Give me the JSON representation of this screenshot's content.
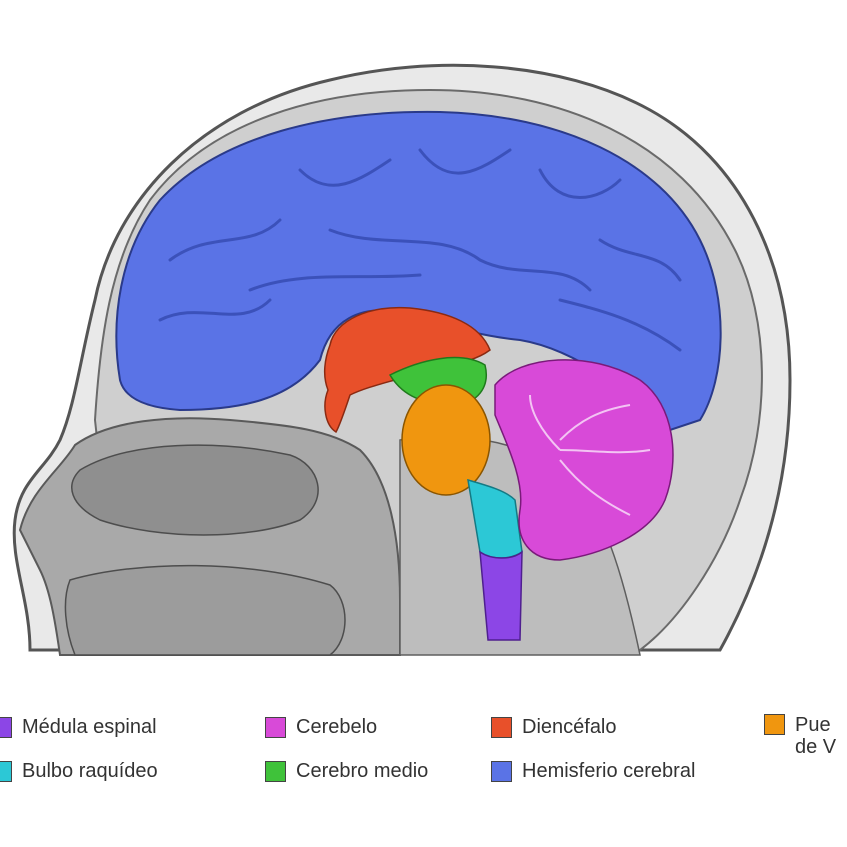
{
  "legend": {
    "items": [
      {
        "label": "Médula espinal",
        "color": "#8c46e6"
      },
      {
        "label": "Bulbo raquídeo",
        "color": "#2cc8d6"
      },
      {
        "label": "Cerebelo",
        "color": "#d84ad8"
      },
      {
        "label": "Cerebro medio",
        "color": "#3fc23a"
      },
      {
        "label": "Diencéfalo",
        "color": "#e8502a"
      },
      {
        "label": "Hemisferio cerebral",
        "color": "#5a73e6"
      },
      {
        "label": "Puente de Varolio",
        "color": "#f0960f"
      }
    ],
    "visible_lines": [
      "Pue",
      "de V"
    ]
  },
  "colors": {
    "tissue": "#b9b9b9",
    "tissue_dark": "#7d7d7d",
    "skull": "#d6d6d6",
    "outline": "#555555"
  }
}
